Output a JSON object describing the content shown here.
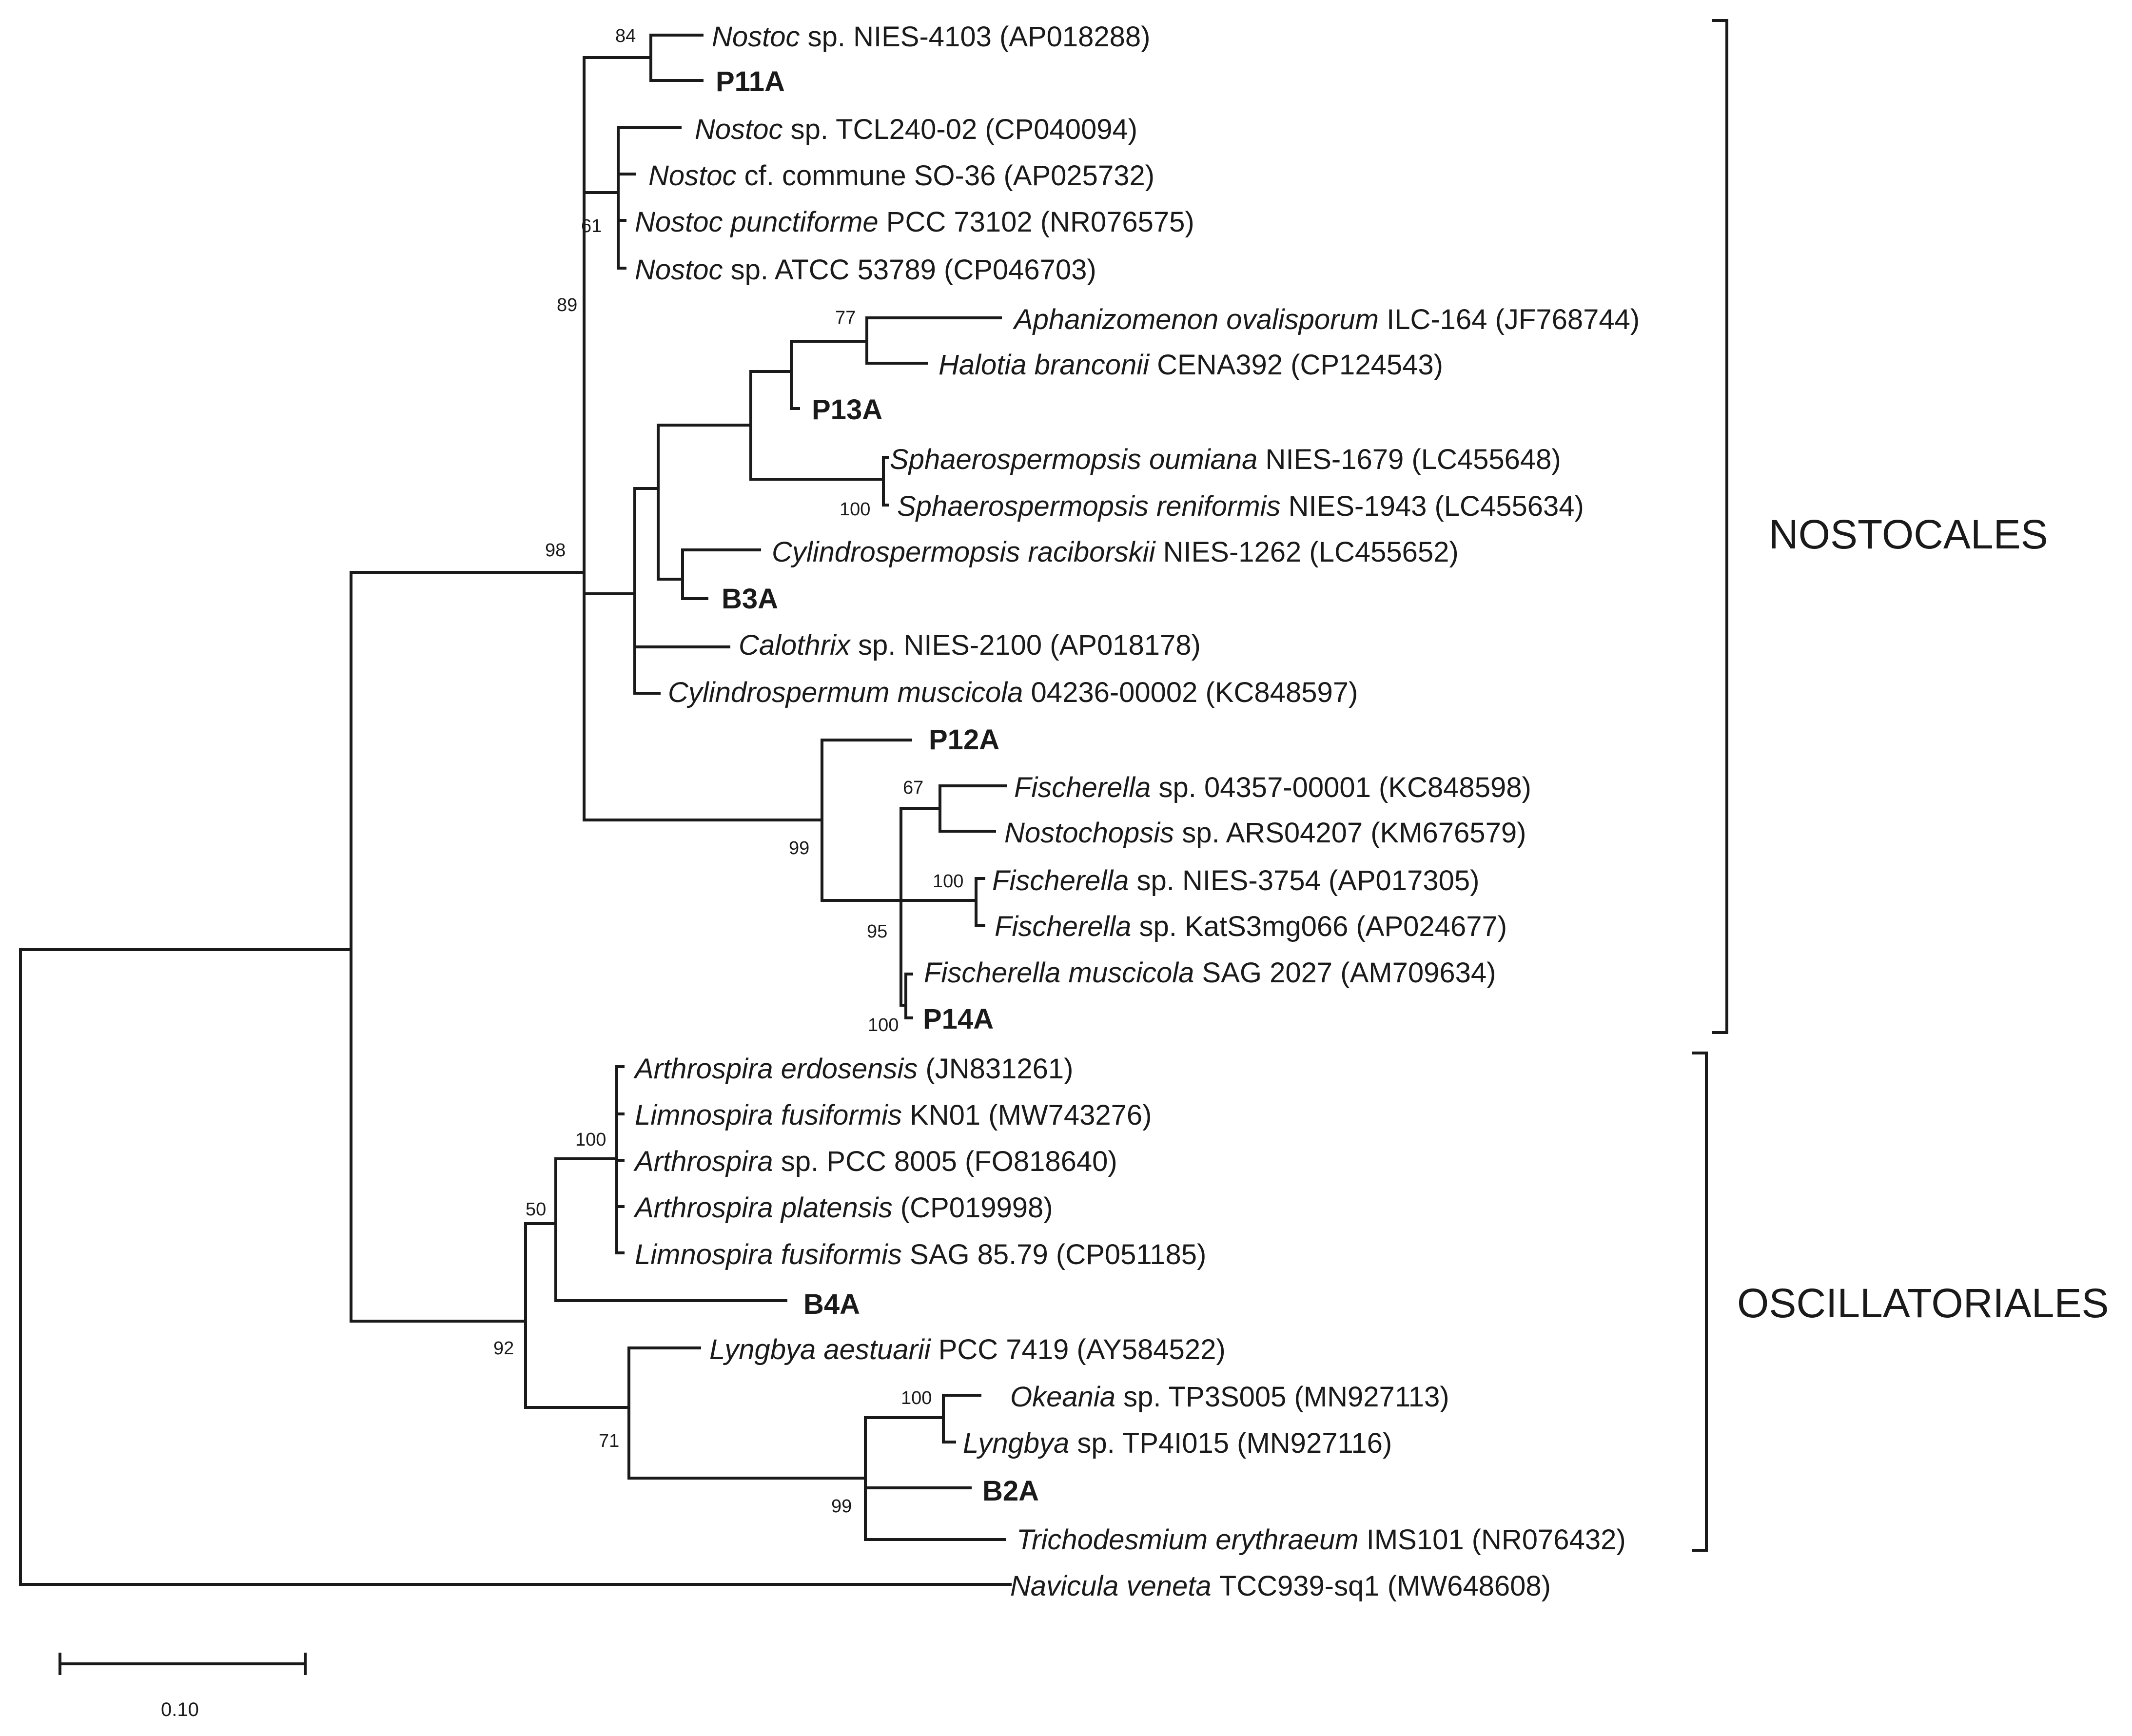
{
  "taxa": [
    {
      "italic": "Nostoc",
      "plain": " sp. NIES-4103 (AP018288)"
    },
    {
      "italic": "",
      "plain": "P11A",
      "bold": true
    },
    {
      "italic": "Nostoc",
      "plain": " sp. TCL240-02 (CP040094)"
    },
    {
      "italic": "Nostoc",
      "plain": " cf. commune SO-36 (AP025732)"
    },
    {
      "italic": "Nostoc punctiforme",
      "plain": " PCC 73102 (NR076575)"
    },
    {
      "italic": "Nostoc",
      "plain": " sp. ATCC 53789 (CP046703)"
    },
    {
      "italic": "Aphanizomenon ovalisporum",
      "plain": " ILC-164 (JF768744)"
    },
    {
      "italic": "Halotia branconii",
      "plain": " CENA392 (CP124543)"
    },
    {
      "italic": "",
      "plain": "P13A",
      "bold": true
    },
    {
      "italic": "Sphaerospermopsis oumiana",
      "plain": " NIES-1679 (LC455648)"
    },
    {
      "italic": "Sphaerospermopsis reniformis",
      "plain": " NIES-1943 (LC455634)"
    },
    {
      "italic": "Cylindrospermopsis raciborskii",
      "plain": " NIES-1262 (LC455652)"
    },
    {
      "italic": "",
      "plain": "B3A",
      "bold": true
    },
    {
      "italic": "Calothrix",
      "plain": " sp. NIES-2100 (AP018178)"
    },
    {
      "italic": "Cylindrospermum muscicola",
      "plain": " 04236-00002 (KC848597)"
    },
    {
      "italic": "",
      "plain": "P12A",
      "bold": true
    },
    {
      "italic": "Fischerella",
      "plain": " sp. 04357-00001 (KC848598)"
    },
    {
      "italic": "Nostochopsis",
      "plain": " sp. ARS04207 (KM676579)"
    },
    {
      "italic": "Fischerella",
      "plain": " sp. NIES-3754 (AP017305)"
    },
    {
      "italic": "Fischerella",
      "plain": " sp. KatS3mg066 (AP024677)"
    },
    {
      "italic": "Fischerella muscicola",
      "plain": " SAG 2027 (AM709634)"
    },
    {
      "italic": "",
      "plain": "P14A",
      "bold": true
    },
    {
      "italic": "Arthrospira erdosensis",
      "plain": " (JN831261)"
    },
    {
      "italic": "Limnospira fusiformis",
      "plain": " KN01 (MW743276)"
    },
    {
      "italic": "Arthrospira",
      "plain": " sp. PCC 8005 (FO818640)"
    },
    {
      "italic": "Arthrospira platensis",
      "plain": " (CP019998)"
    },
    {
      "italic": "Limnospira fusiformis",
      "plain": " SAG 85.79 (CP051185)"
    },
    {
      "italic": "",
      "plain": "B4A",
      "bold": true
    },
    {
      "italic": "Lyngbya aestuarii",
      "plain": " PCC 7419 (AY584522)"
    },
    {
      "italic": "Okeania",
      "plain": " sp. TP3S005 (MN927113)"
    },
    {
      "italic": "Lyngbya",
      "plain": " sp. TP4I015 (MN927116)"
    },
    {
      "italic": "",
      "plain": "B2A",
      "bold": true
    },
    {
      "italic": "Trichodesmium erythraeum",
      "plain": " IMS101 (NR076432)"
    },
    {
      "italic": "Navicula veneta",
      "plain": " TCC939-sq1 (MW648608)"
    }
  ],
  "bootstrap": [
    "84",
    "61",
    "89",
    "77",
    "100",
    "98",
    "67",
    "100",
    "99",
    "95",
    "100",
    "100",
    "50",
    "92",
    "100",
    "71",
    "99"
  ],
  "clades": {
    "nostocales": "NOSTOCALES",
    "oscillatoriales": "OSCILLATORIALES"
  },
  "scale": {
    "label": "0.10"
  }
}
